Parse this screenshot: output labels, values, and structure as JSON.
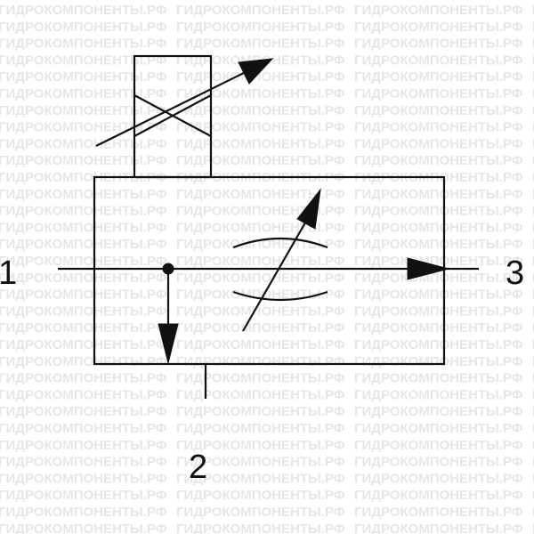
{
  "watermark": {
    "text": "ГИДРОКОМПОНЕНТЫ.РФ",
    "color": "#e6e6e6"
  },
  "symbol": {
    "line_color": "#111111",
    "ports": [
      {
        "id": "port-1",
        "label": "1"
      },
      {
        "id": "port-3",
        "label": "3"
      },
      {
        "id": "port-2",
        "label": "2"
      }
    ]
  }
}
